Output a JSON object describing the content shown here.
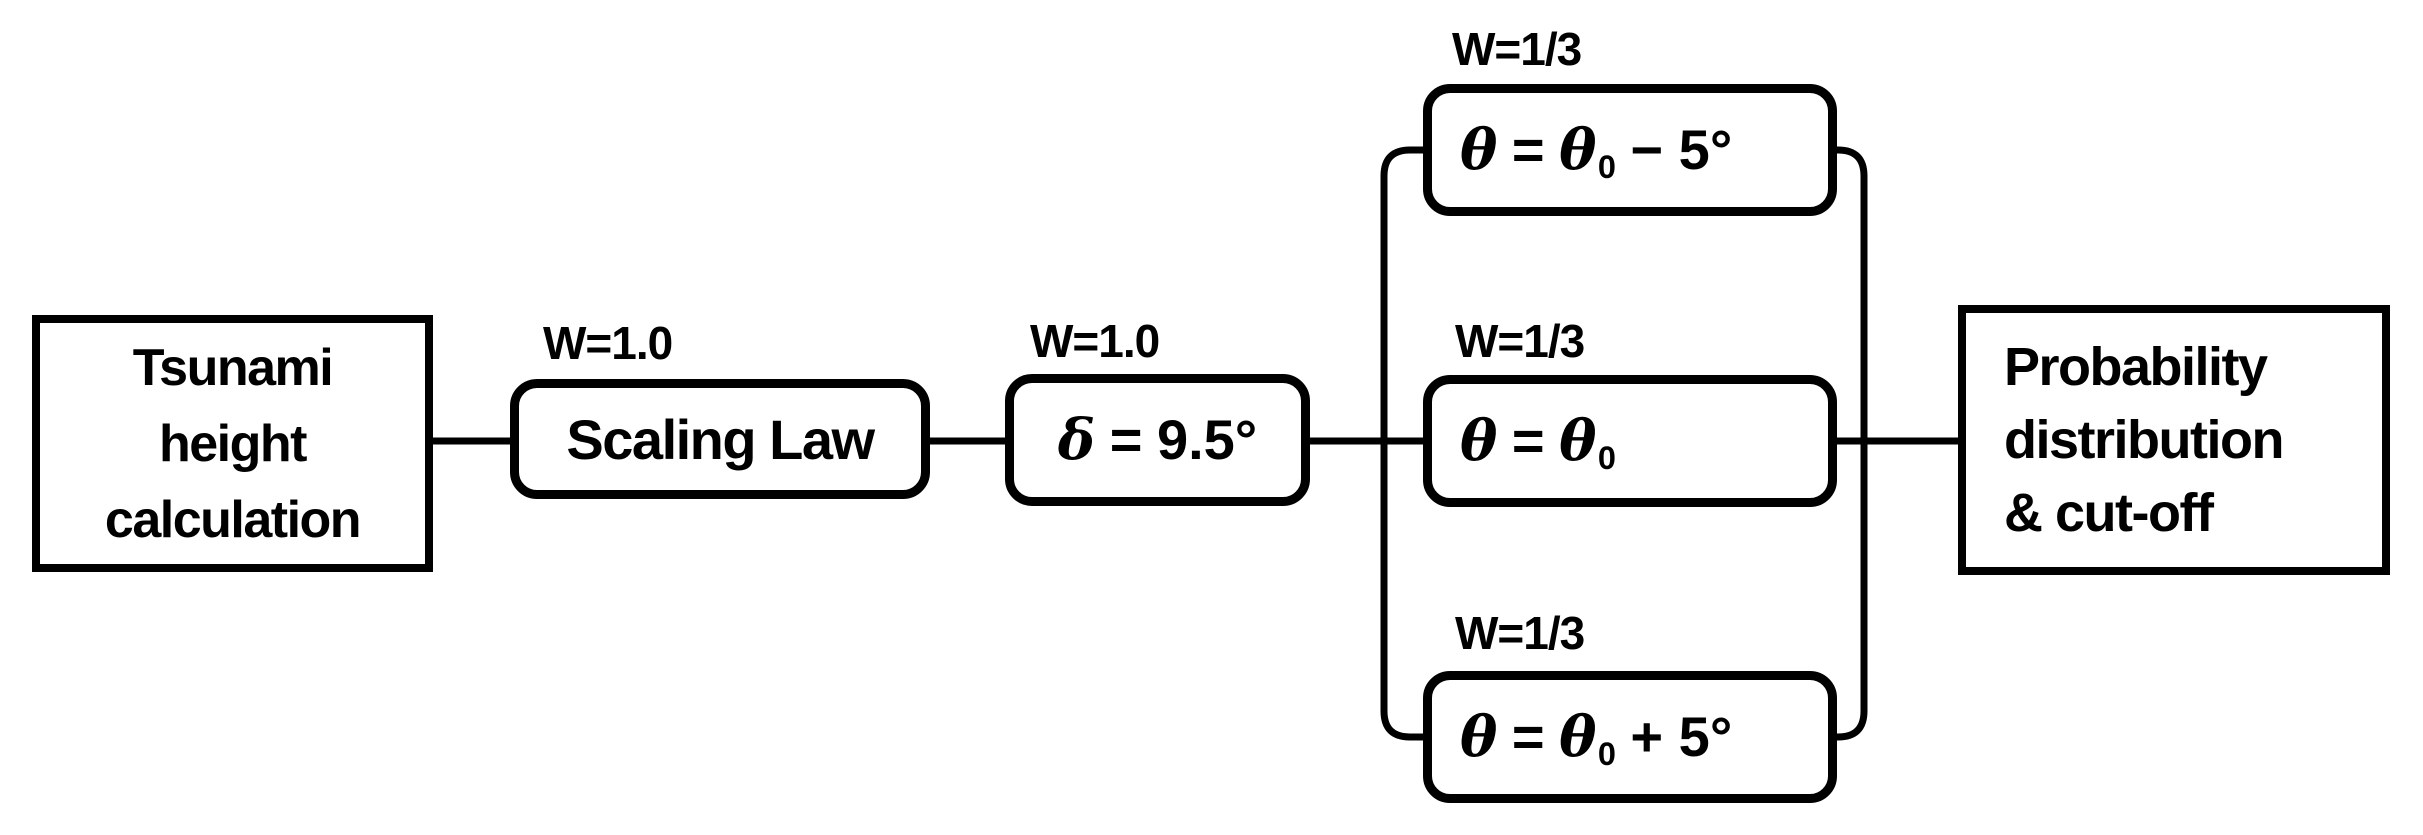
{
  "diagram": {
    "background": "#ffffff",
    "ink": "#000000",
    "nodes": {
      "start": {
        "line1": "Tsunami",
        "line2": "height",
        "line3": "calculation"
      },
      "scaling": {
        "weight": "W=1.0",
        "label": "Scaling Law"
      },
      "dip": {
        "weight": "W=1.0",
        "variable": "δ",
        "equals": "=",
        "value": "9.5°"
      },
      "theta_minus": {
        "weight": "W=1/3",
        "variable": "θ",
        "equals": "=",
        "base": "θ",
        "subscript": "0",
        "offset": "− 5°"
      },
      "theta_center": {
        "weight": "W=1/3",
        "variable": "θ",
        "equals": "=",
        "base": "θ",
        "subscript": "0",
        "offset": ""
      },
      "theta_plus": {
        "weight": "W=1/3",
        "variable": "θ",
        "equals": "=",
        "base": "θ",
        "subscript": "0",
        "offset": "+ 5°"
      },
      "end": {
        "line1": "Probability",
        "line2": "distribution",
        "line3": "& cut-off"
      }
    }
  }
}
